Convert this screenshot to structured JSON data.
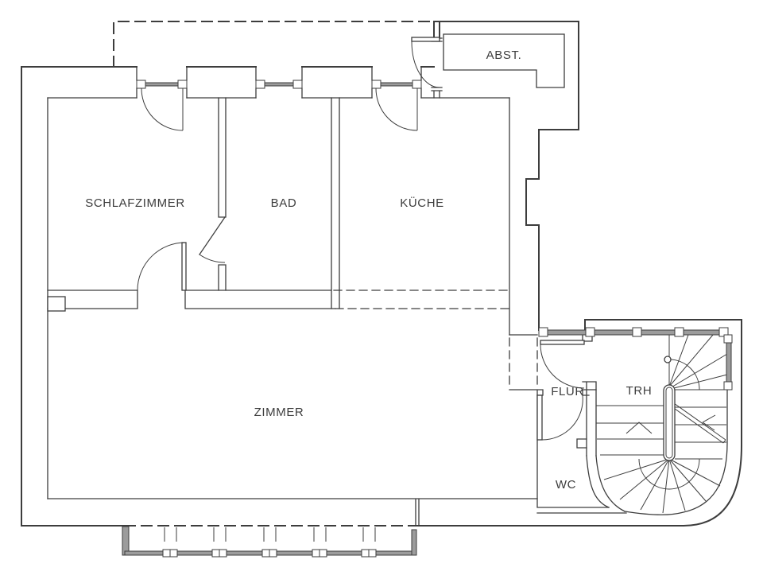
{
  "plan": {
    "background_color": "#ffffff",
    "line_color": "#3d3d3d",
    "glass_color": "#9c9c9c",
    "rooms": [
      {
        "id": "schlafzimmer",
        "label": "SCHLAFZIMMER"
      },
      {
        "id": "bad",
        "label": "BAD"
      },
      {
        "id": "kueche",
        "label": "KÜCHE"
      },
      {
        "id": "abstellraum",
        "label": "ABST."
      },
      {
        "id": "zimmer",
        "label": "ZIMMER"
      },
      {
        "id": "flur",
        "label": "FLUR"
      },
      {
        "id": "treppenhaus",
        "label": "TRH"
      },
      {
        "id": "wc",
        "label": "WC"
      }
    ]
  }
}
